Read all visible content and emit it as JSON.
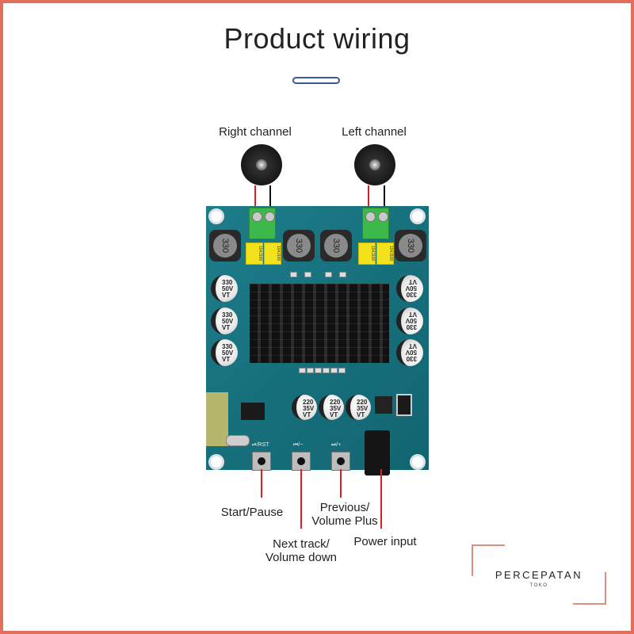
{
  "title": "Product wiring",
  "speakers": {
    "right_channel": "Right channel",
    "left_channel": "Left channel"
  },
  "board": {
    "inductor_value": "330",
    "film_capacitor_text": "104J100",
    "bulk_capacitor_text": [
      "330",
      "50V",
      "VT"
    ],
    "filter_capacitor_text": [
      "220",
      "35V",
      "VT"
    ],
    "button_silkscreen": [
      "⏯/RST",
      "⏮/−",
      "⏭/+"
    ]
  },
  "callouts": {
    "start_pause": "Start/Pause",
    "next_track_line1": "Next track/",
    "next_track_line2": "Volume down",
    "previous_line1": "Previous/",
    "previous_line2": "Volume Plus",
    "power_input": "Power input"
  },
  "brand": {
    "name": "PERCEPATAN",
    "sub": "TOKO"
  },
  "colors": {
    "frame": "#e0705a",
    "accent_pill": "#3a5a9a",
    "wire_positive": "#d8222a",
    "wire_negative": "#111111",
    "pcb": "#16707c"
  }
}
